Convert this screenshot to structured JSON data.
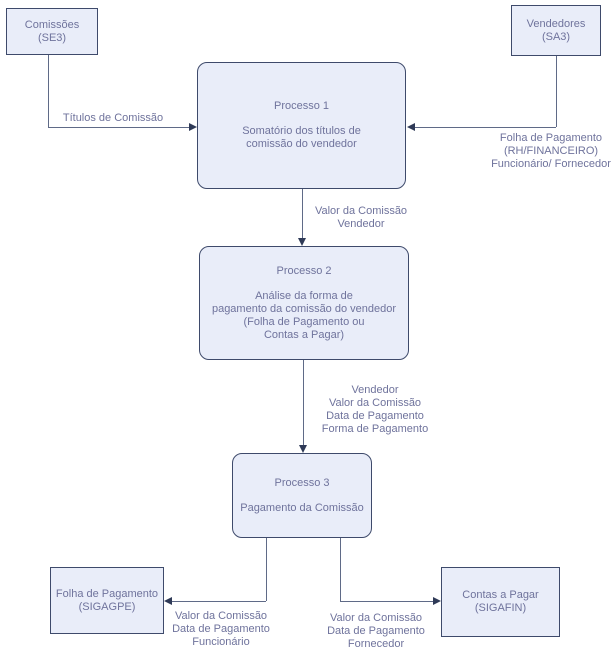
{
  "colors": {
    "box_fill": "#e9edf9",
    "box_border": "#3e4a6b",
    "line": "#5f6a87",
    "arrow": "#2f3a57",
    "text": "#6f739c"
  },
  "boxes": {
    "comissoes": {
      "text": "Comissões\n(SE3)"
    },
    "vendedores": {
      "text": "Vendedores\n(SA3)"
    },
    "processo1": {
      "title": "Processo 1",
      "body": "Somatório dos títulos de\ncomissão do vendedor"
    },
    "processo2": {
      "title": "Processo 2",
      "body": "Análise da forma de\npagamento da comissão do vendedor\n(Folha de Pagamento ou\nContas a Pagar)"
    },
    "processo3": {
      "title": "Processo 3",
      "body": "Pagamento da Comissão"
    },
    "folha_pagamento": {
      "text": "Folha de Pagamento\n(SIGAGPE)"
    },
    "contas_pagar": {
      "text": "Contas a Pagar\n(SIGAFIN)"
    }
  },
  "labels": {
    "titulos_comissao": "Títulos de Comissão",
    "folha_rh": "Folha de Pagamento\n(RH/FINANCEIRO)\nFuncionário/ Fornecedor",
    "valor_comissao_vendedor": "Valor da Comissão\nVendedor",
    "vendedor_detalhes": "Vendedor\nValor da Comissão\nData de Pagamento\nForma de Pagamento",
    "valor_funcionario": "Valor da Comissão\nData de Pagamento\nFuncionário",
    "valor_fornecedor": "Valor da Comissão\nData de Pagamento\nFornecedor"
  }
}
